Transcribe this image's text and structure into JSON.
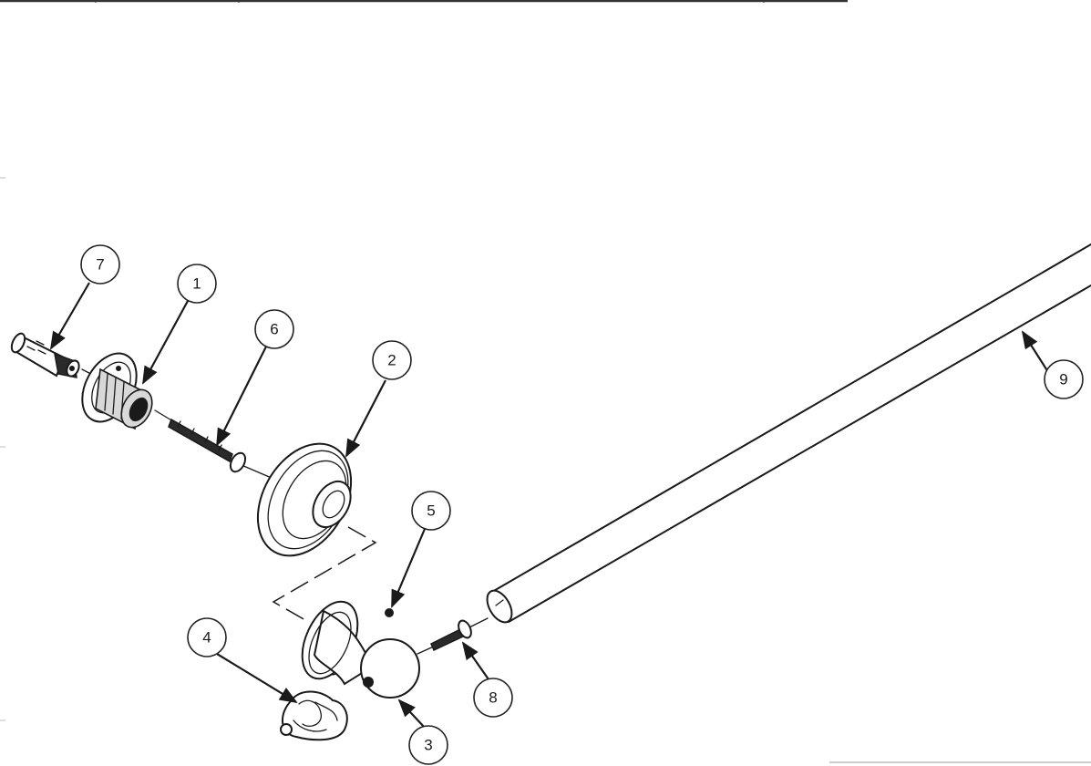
{
  "diagram": {
    "balloons": [
      {
        "id": "balloon-1",
        "label": "1"
      },
      {
        "id": "balloon-2",
        "label": "2"
      },
      {
        "id": "balloon-3",
        "label": "3"
      },
      {
        "id": "balloon-4",
        "label": "4"
      },
      {
        "id": "balloon-5",
        "label": "5"
      },
      {
        "id": "balloon-6",
        "label": "6"
      },
      {
        "id": "balloon-7",
        "label": "7"
      },
      {
        "id": "balloon-8",
        "label": "8"
      },
      {
        "id": "balloon-9",
        "label": "9"
      }
    ]
  }
}
